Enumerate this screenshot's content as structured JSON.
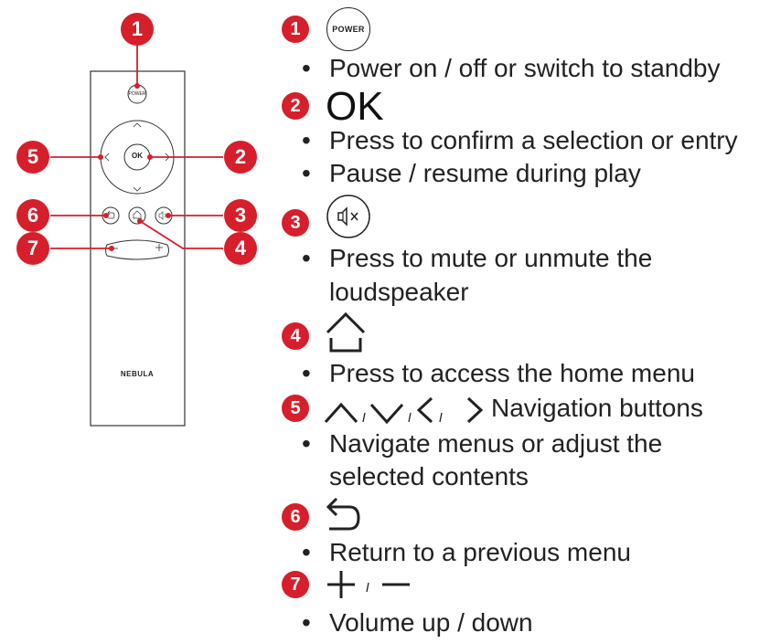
{
  "remote": {
    "power_label": "POWER",
    "ok_label": "OK",
    "brand": "NEBULA",
    "callouts": [
      "1",
      "2",
      "3",
      "4",
      "5",
      "6",
      "7"
    ]
  },
  "legend": {
    "item1": {
      "number": "1",
      "icon_label": "POWER",
      "icon": "power-button-icon",
      "bullets": [
        "Power on / off or switch to standby"
      ]
    },
    "item2": {
      "number": "2",
      "title": "OK",
      "bullets": [
        "Press to confirm a selection or entry",
        "Pause / resume during play"
      ]
    },
    "item3": {
      "number": "3",
      "icon": "mute-speaker-icon",
      "bullets": [
        "Press to mute or unmute the",
        "loudspeaker"
      ]
    },
    "item4": {
      "number": "4",
      "icon": "home-icon",
      "bullets": [
        "Press to access the home menu"
      ]
    },
    "item5": {
      "number": "5",
      "icon": "navigation-arrows-icon",
      "title": "Navigation buttons",
      "bullets": [
        "Navigate menus or adjust the",
        "selected contents"
      ]
    },
    "item6": {
      "number": "6",
      "icon": "back-icon",
      "bullets": [
        "Return to a previous menu"
      ]
    },
    "item7": {
      "number": "7",
      "icon": "plus-minus-icon",
      "bullets": [
        "Volume up / down"
      ]
    },
    "bullet_char": "•"
  },
  "colors": {
    "accent": "#d71e2b",
    "line": "#222222"
  }
}
